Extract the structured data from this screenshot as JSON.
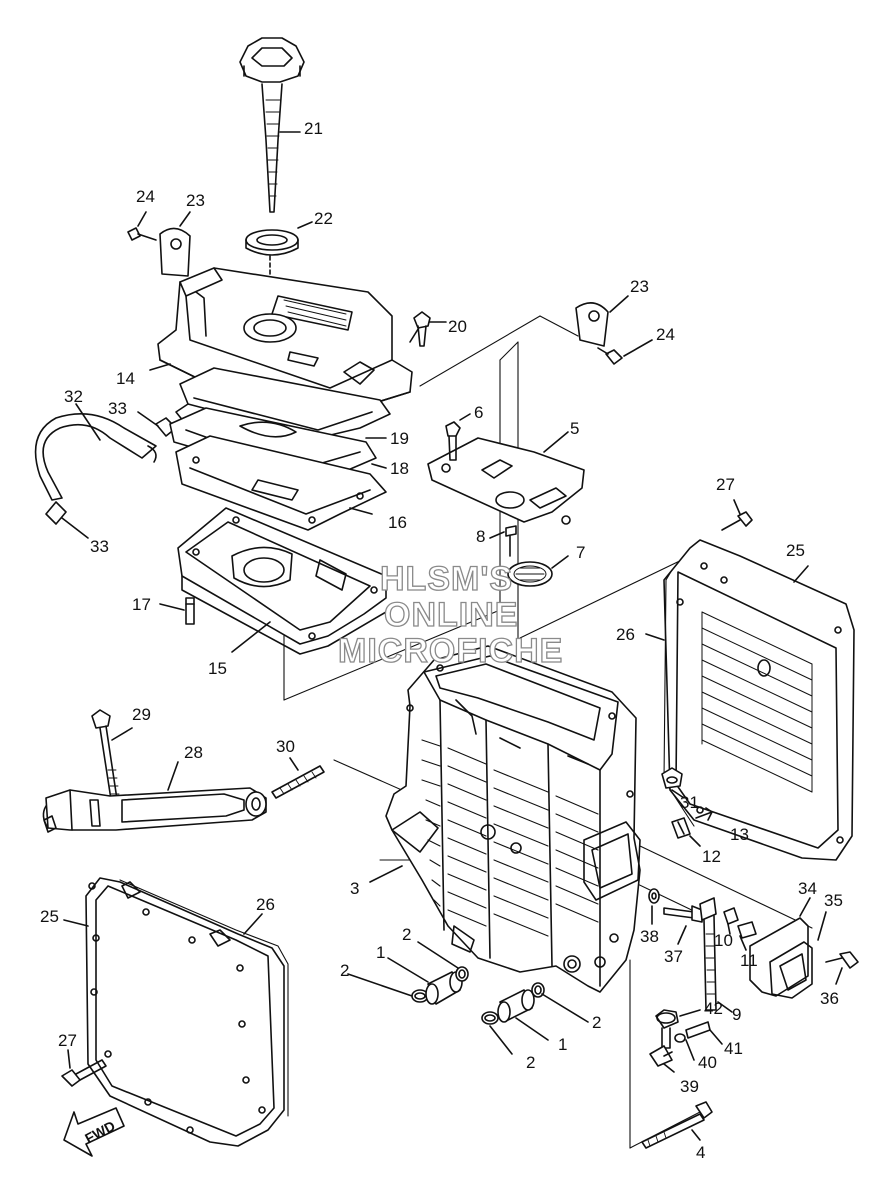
{
  "diagram": {
    "watermark_lines": [
      "HLSM'S",
      "ONLINE",
      "MICROFICHE"
    ],
    "direction_arrow_label": "FWD",
    "callouts": [
      {
        "id": "c21",
        "text": "21"
      },
      {
        "id": "c24a",
        "text": "24"
      },
      {
        "id": "c23a",
        "text": "23"
      },
      {
        "id": "c22",
        "text": "22"
      },
      {
        "id": "c23b",
        "text": "23"
      },
      {
        "id": "c20",
        "text": "20"
      },
      {
        "id": "c24b",
        "text": "24"
      },
      {
        "id": "c14",
        "text": "14"
      },
      {
        "id": "c32",
        "text": "32"
      },
      {
        "id": "c33a",
        "text": "33"
      },
      {
        "id": "c6",
        "text": "6"
      },
      {
        "id": "c5",
        "text": "5"
      },
      {
        "id": "c19",
        "text": "19"
      },
      {
        "id": "c18",
        "text": "18"
      },
      {
        "id": "c16",
        "text": "16"
      },
      {
        "id": "c33b",
        "text": "33"
      },
      {
        "id": "c27a",
        "text": "27"
      },
      {
        "id": "c8",
        "text": "8"
      },
      {
        "id": "c7",
        "text": "7"
      },
      {
        "id": "c25a",
        "text": "25"
      },
      {
        "id": "c17",
        "text": "17"
      },
      {
        "id": "c26a",
        "text": "26"
      },
      {
        "id": "c15",
        "text": "15"
      },
      {
        "id": "c29",
        "text": "29"
      },
      {
        "id": "c28",
        "text": "28"
      },
      {
        "id": "c30",
        "text": "30"
      },
      {
        "id": "c31",
        "text": "31"
      },
      {
        "id": "c13",
        "text": "13"
      },
      {
        "id": "c12",
        "text": "12"
      },
      {
        "id": "c3",
        "text": "3"
      },
      {
        "id": "c34",
        "text": "34"
      },
      {
        "id": "c35",
        "text": "35"
      },
      {
        "id": "c25b",
        "text": "25"
      },
      {
        "id": "c26b",
        "text": "26"
      },
      {
        "id": "c38",
        "text": "38"
      },
      {
        "id": "c37",
        "text": "37"
      },
      {
        "id": "c10",
        "text": "10"
      },
      {
        "id": "c11",
        "text": "11"
      },
      {
        "id": "c36",
        "text": "36"
      },
      {
        "id": "c2a",
        "text": "2"
      },
      {
        "id": "c1a",
        "text": "1"
      },
      {
        "id": "c2b",
        "text": "2"
      },
      {
        "id": "c42",
        "text": "42"
      },
      {
        "id": "c9",
        "text": "9"
      },
      {
        "id": "c2c",
        "text": "2"
      },
      {
        "id": "c41",
        "text": "41"
      },
      {
        "id": "c40",
        "text": "40"
      },
      {
        "id": "c2d",
        "text": "2"
      },
      {
        "id": "c1b",
        "text": "1"
      },
      {
        "id": "c27b",
        "text": "27"
      },
      {
        "id": "c39",
        "text": "39"
      },
      {
        "id": "c4",
        "text": "4"
      }
    ]
  }
}
